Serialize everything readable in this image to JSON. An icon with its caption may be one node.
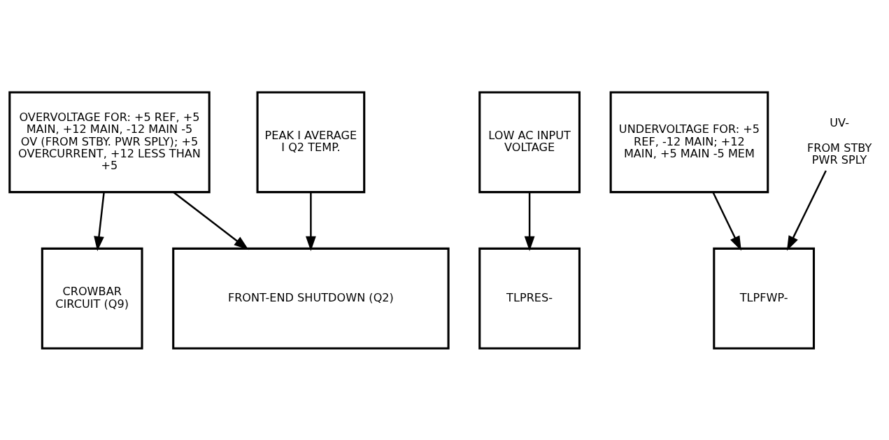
{
  "diagram": {
    "nodes": [
      {
        "text": [
          "OVERVOLTAGE FOR: +5 REF, +5 MAIN, +12 MAIN, -12 MAIN -5 OV (FROM STBY. PWR SPLY); +5 OVERCURRENT, +12 LESS THAN +5"
        ]
      },
      {
        "text": [
          "PEAK I AVERAGE I Q2 TEMP."
        ]
      },
      {
        "text": [
          "LOW AC INPUT VOLTAGE"
        ]
      },
      {
        "text": [
          "UNDERVOLTAGE FOR: +5 REF, -12 MAIN; +12 MAIN, +5 MAIN -5 MEM"
        ]
      },
      {
        "text": [
          "CROWBAR CIRCUIT (Q9)"
        ]
      },
      {
        "text": [
          "FRONT-END SHUTDOWN (Q2)"
        ]
      },
      {
        "text": [
          "TLPRES-"
        ]
      },
      {
        "text": [
          "TLPFWP-"
        ]
      },
      {
        "text": [
          "UV-"
        ],
        "beside": [
          "FROM STBY PWR SPLY"
        ]
      }
    ],
    "edges": [
      {
        "from": 0,
        "to": 4,
        "arrow": "to"
      },
      {
        "from": 0,
        "to": 5,
        "arrow": "to"
      },
      {
        "from": 1,
        "to": 5,
        "arrow": "to"
      },
      {
        "from": 2,
        "to": 6,
        "arrow": "to"
      },
      {
        "from": 3,
        "to": 7,
        "arrow": "to"
      },
      {
        "from": 8,
        "to": 7,
        "arrow": "to"
      }
    ]
  }
}
